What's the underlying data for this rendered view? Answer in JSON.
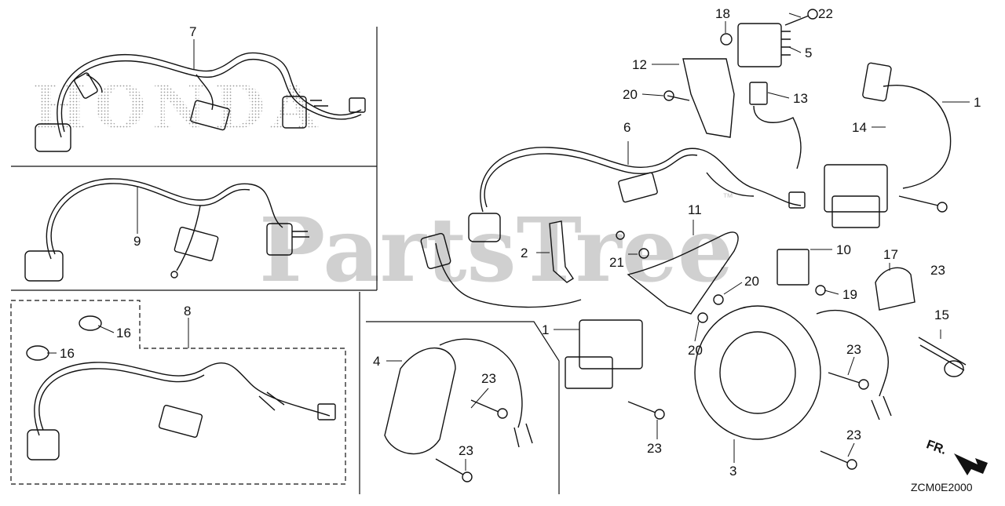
{
  "watermark": {
    "brand": "HONDA",
    "site": "PartsTree",
    "tm": "™"
  },
  "diagram_code": "ZCM0E2000",
  "front_marker": "FR.",
  "callouts": {
    "c7": "7",
    "c9": "9",
    "c8": "8",
    "c16a": "16",
    "c16b": "16",
    "c18": "18",
    "c22": "22",
    "c12": "12",
    "c5": "5",
    "c20a": "20",
    "c13": "13",
    "c1a": "1",
    "c14": "14",
    "c6": "6",
    "c11": "11",
    "c2": "2",
    "c21": "21",
    "c10": "10",
    "c17": "17",
    "c20b": "20",
    "c19": "19",
    "c23a": "23",
    "c1b": "1",
    "c20c": "20",
    "c15": "15",
    "c4": "4",
    "c23b": "23",
    "c23c": "23",
    "c23d": "23",
    "c23e": "23",
    "c23f": "23",
    "c3": "3"
  },
  "colors": {
    "line": "#111111",
    "watermark_text": "#c8c8c8",
    "dots": "#9a9a9a"
  }
}
